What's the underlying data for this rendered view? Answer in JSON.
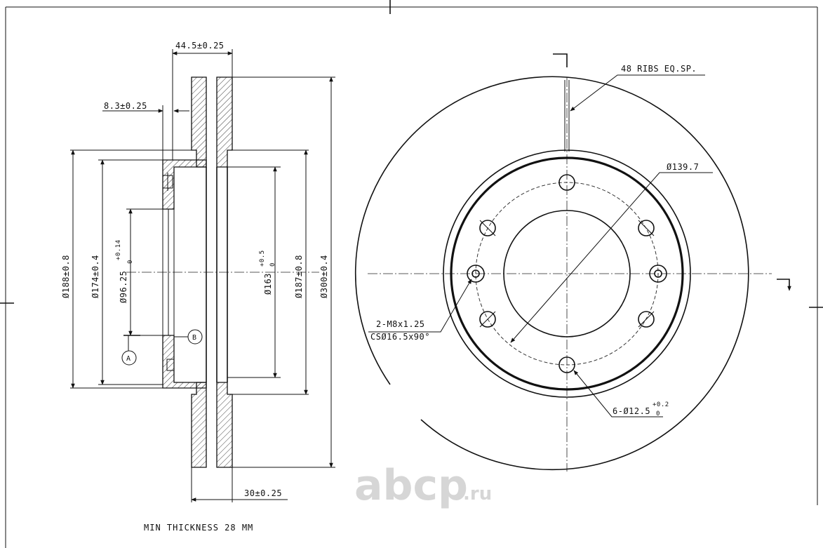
{
  "side_view": {
    "dims": {
      "overall_width": "44.5±0.25",
      "flange_thickness": "8.3±0.25",
      "d188": "Ø188±0.8",
      "d174": "Ø174±0.4",
      "d96_base": "Ø96.25",
      "d96_tol_upper": "+0.14",
      "d96_tol_lower": "0",
      "d163_base": "Ø163",
      "d163_tol_upper": "+0.5",
      "d163_tol_lower": "0",
      "d187": "Ø187±0.8",
      "d300": "Ø300±0.4",
      "disc_thickness": "30±0.25"
    },
    "datum_a": "A",
    "datum_b": "B"
  },
  "front_view": {
    "ribs_note": "48 RIBS EQ.SP.",
    "pcd": "Ø139.7",
    "thread_note_line1": "2-M8x1.25",
    "thread_note_line2": "CSØ16.5x90°",
    "holes_base": "6-Ø12.5",
    "holes_tol_upper": "+0.2",
    "holes_tol_lower": "0"
  },
  "notes": {
    "min_thickness": "MIN THICKNESS 28 MM"
  },
  "watermark": {
    "brand": "abcp",
    "domain": ".ru"
  },
  "colors": {
    "line": "#111111",
    "watermark": "#d6d6d6"
  }
}
